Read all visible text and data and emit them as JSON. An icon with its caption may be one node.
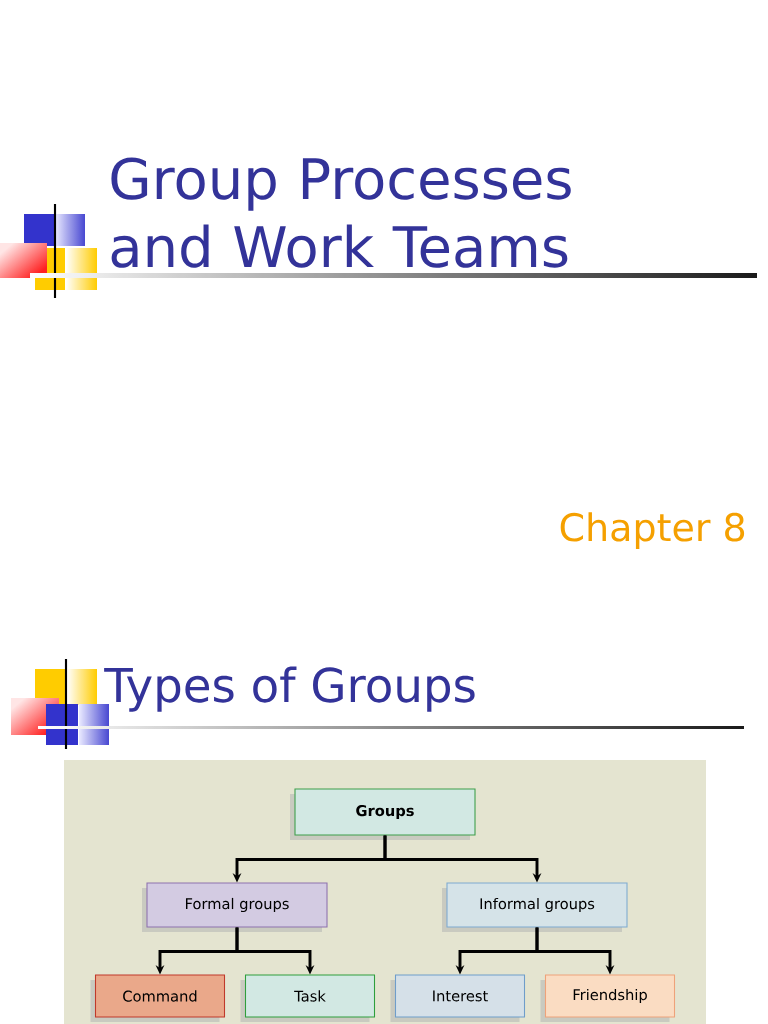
{
  "diagram": {
    "nodes": [
      {
        "text": [
          "Groups"
        ]
      },
      {
        "text": [
          "Formal groups"
        ]
      },
      {
        "text": [
          "Informal groups"
        ]
      },
      {
        "text": [
          "Command"
        ]
      },
      {
        "text": [
          "Task"
        ]
      },
      {
        "text": [
          "Interest"
        ]
      },
      {
        "text": [
          "Friendship"
        ]
      }
    ],
    "edges": [
      {
        "from": 0,
        "to": 1,
        "arrow": "to"
      },
      {
        "from": 0,
        "to": 2,
        "arrow": "to"
      },
      {
        "from": 1,
        "to": 3,
        "arrow": "to"
      },
      {
        "from": 1,
        "to": 4,
        "arrow": "to"
      },
      {
        "from": 2,
        "to": 5,
        "arrow": "to"
      },
      {
        "from": 2,
        "to": 6,
        "arrow": "to"
      }
    ],
    "labels": [
      "Group Processes and Work Teams",
      "Chapter 8",
      "Types of Groups"
    ]
  }
}
